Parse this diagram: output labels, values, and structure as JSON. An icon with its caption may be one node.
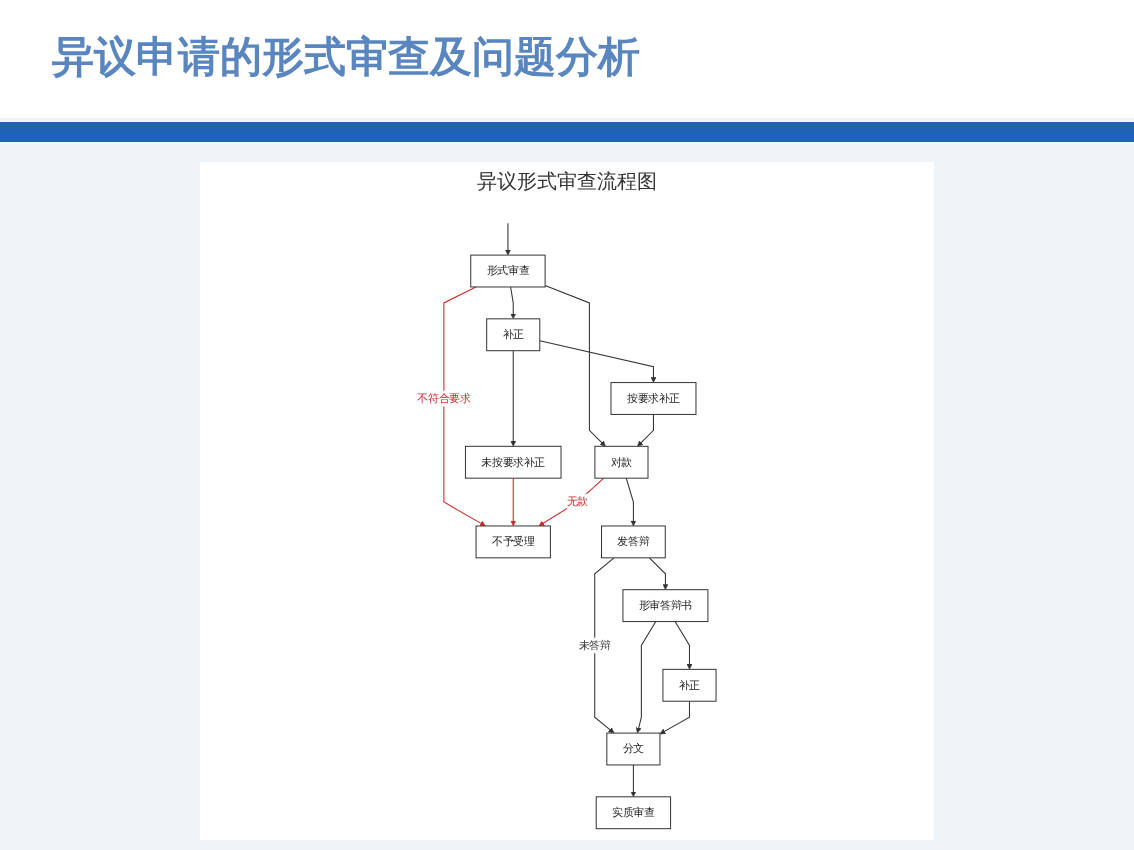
{
  "diagram": {
    "title": "异议申请的形式审查及问题分析",
    "nodes": [
      {
        "text": [
          "未按要求补正"
        ]
      },
      {
        "text": [
          "补正"
        ]
      },
      {
        "text": [
          "形式审查"
        ]
      },
      {
        "text": [
          "按要求补正"
        ]
      },
      {
        "text": [
          "对款"
        ]
      },
      {
        "text": [
          "不予受理"
        ]
      },
      {
        "text": [
          "发答辩"
        ]
      },
      {
        "text": [
          "补正"
        ]
      },
      {
        "text": [
          "形审答辩书"
        ]
      },
      {
        "text": [
          "分文"
        ]
      },
      {
        "text": [
          "实质审查"
        ]
      }
    ],
    "edges": [
      {
        "from": null,
        "to": 2,
        "arrow": "to"
      },
      {
        "from": 2,
        "to": 1,
        "arrow": "to"
      },
      {
        "from": 1,
        "to": 0,
        "arrow": "to"
      },
      {
        "from": 1,
        "to": 3,
        "arrow": "to"
      },
      {
        "from": 2,
        "to": 5,
        "arrow": "to",
        "label": "不符合要求",
        "color": "#cc2a2a"
      },
      {
        "from": 0,
        "to": 5,
        "arrow": "to",
        "color": "#cc2a2a"
      },
      {
        "from": 2,
        "to": 4,
        "arrow": "to"
      },
      {
        "from": 3,
        "to": 4,
        "arrow": "to"
      },
      {
        "from": 4,
        "to": 5,
        "arrow": "to",
        "label": "无款",
        "color": "#cc2a2a"
      },
      {
        "from": 4,
        "to": 6,
        "arrow": "to"
      },
      {
        "from": 6,
        "to": 9,
        "arrow": "to",
        "label": "未答辩"
      },
      {
        "from": 6,
        "to": 8,
        "arrow": "to"
      },
      {
        "from": 8,
        "to": 7,
        "arrow": "to"
      },
      {
        "from": 8,
        "to": 9,
        "arrow": "to"
      },
      {
        "from": 7,
        "to": 9,
        "arrow": "to"
      },
      {
        "from": 9,
        "to": 10,
        "arrow": "to"
      }
    ],
    "labels": [
      "异议形式审查流程图"
    ]
  }
}
